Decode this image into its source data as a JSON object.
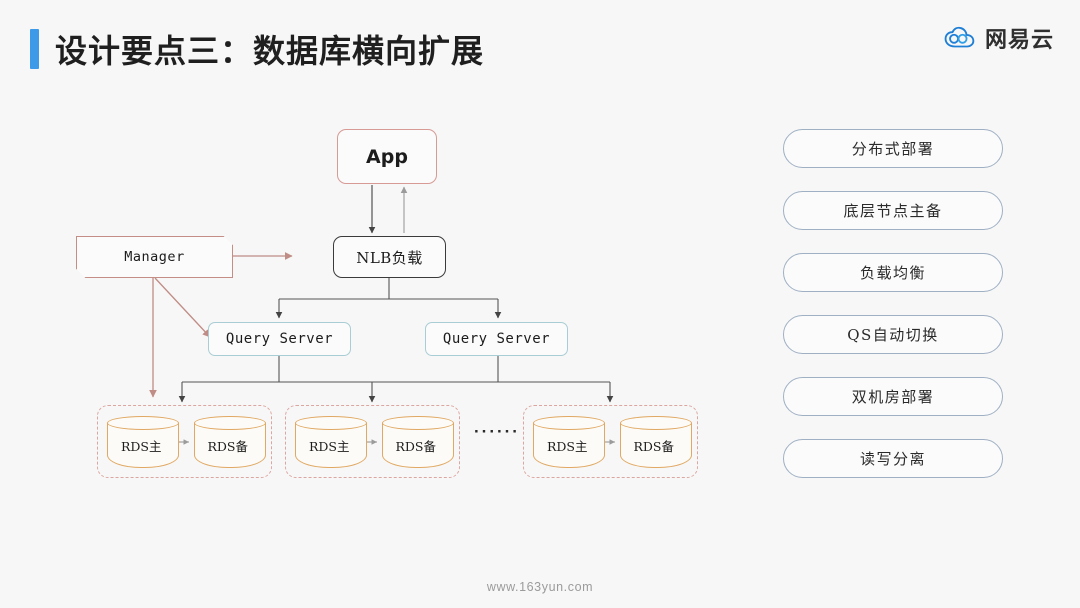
{
  "header": {
    "title": "设计要点三：数据库横向扩展",
    "accent_color": "#3d9ae8",
    "logo_text": "网易云",
    "logo_icon": "cloud-icon"
  },
  "footer": {
    "url": "www.163yun.com"
  },
  "features": {
    "items": [
      {
        "label": "分布式部署"
      },
      {
        "label": "底层节点主备"
      },
      {
        "label": "负载均衡"
      },
      {
        "label": "QS自动切换"
      },
      {
        "label": "双机房部署"
      },
      {
        "label": "读写分离"
      }
    ]
  },
  "diagram": {
    "app": {
      "label": "App",
      "border_color": "#d79a95"
    },
    "nlb": {
      "label": "NLB负载",
      "border_color": "#3b3b3b"
    },
    "manager": {
      "label": "Manager",
      "border_color": "#c48d85"
    },
    "query_servers": [
      {
        "label": "Query Server"
      },
      {
        "label": "Query Server"
      }
    ],
    "ellipsis": "······",
    "rds_groups": [
      {
        "primary": "RDS主",
        "standby": "RDS备"
      },
      {
        "primary": "RDS主",
        "standby": "RDS备"
      },
      {
        "primary": "RDS主",
        "standby": "RDS备"
      }
    ],
    "colors": {
      "cylinder_border": "#e0a862",
      "group_border": "#dca6a0",
      "qs_border": "#a9cdd4",
      "connector": "#555555",
      "manager_connector": "#c08d86"
    }
  }
}
